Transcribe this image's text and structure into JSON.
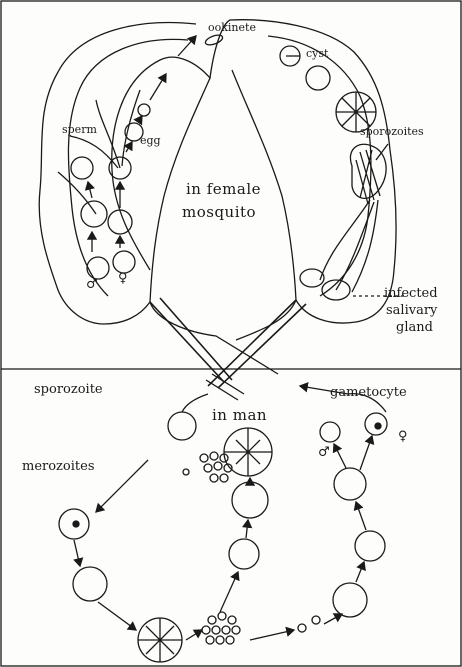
{
  "diagram": {
    "panel_top": {
      "title_line1": "in female",
      "title_line2": "mosquito",
      "labels": {
        "ookinete": "ookinete",
        "cyst": "cyst",
        "sporozoites": "sporozoites",
        "sperm": "sperm",
        "egg": "egg",
        "male": "♂",
        "female": "♀",
        "salivary_line1": "infected",
        "salivary_line2": "salivary",
        "salivary_line3": "gland"
      }
    },
    "panel_bottom": {
      "title": "in man",
      "labels": {
        "sporozoite": "sporozoite",
        "merozoites": "merozoites",
        "gametocyte": "gametocyte",
        "male": "♂",
        "female": "♀"
      }
    }
  }
}
